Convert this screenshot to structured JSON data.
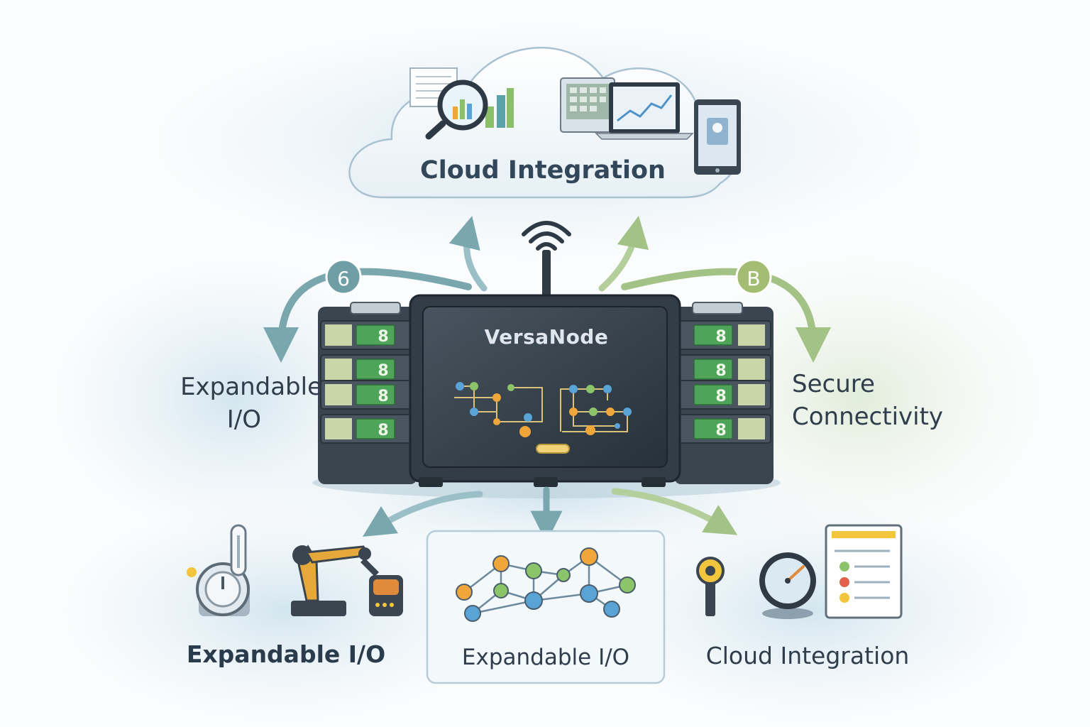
{
  "device": {
    "title": "VersaNode"
  },
  "labels": {
    "cloud": "Cloud Integration",
    "left_line1": "Expandable",
    "left_line2": "I/O",
    "right_line1": "Secure",
    "right_line2": "Connectivity",
    "bottom_left": "Expandable I/O",
    "bottom_center": "Expandable I/O",
    "bottom_right": "Cloud Integration"
  },
  "badges": {
    "left": "6",
    "right": "B"
  },
  "module_labels": [
    "8",
    "8",
    "8",
    "8"
  ],
  "colors": {
    "device_body": "#3c4652",
    "screen": "#2f3a44",
    "module_green": "#4ea55a",
    "arrow_teal": "#6f9ea6",
    "arrow_green": "#9dbd7e",
    "cloud_fill": "#eef4f8",
    "node_orange": "#f0a63b",
    "node_green": "#8cc46a",
    "node_blue": "#5aa3d6"
  }
}
